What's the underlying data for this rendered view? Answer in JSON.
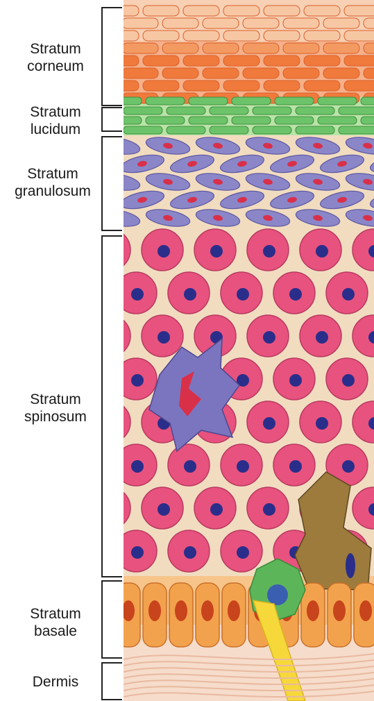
{
  "layers": [
    {
      "id": "corneum",
      "label": "Stratum\ncorneum"
    },
    {
      "id": "lucidum",
      "label": "Stratum\nlucidum"
    },
    {
      "id": "granulosum",
      "label": "Stratum\ngranulosum"
    },
    {
      "id": "spinosum",
      "label": "Stratum\nspinosum"
    },
    {
      "id": "basale",
      "label": "Stratum\nbasale"
    },
    {
      "id": "dermis",
      "label": "Dermis"
    }
  ],
  "colors": {
    "corneum_cell": "#f07a3c",
    "corneum_top": "#f8d0b4",
    "lucidum_cell": "#6cc36a",
    "granulosum_cell": "#8a86c8",
    "granule": "#d9304a",
    "spinosum_cell": "#e8527e",
    "nucleus": "#2a2e8a",
    "interstitial": "#f1dcc0",
    "basale_cell": "#f2a24c",
    "basale_nucleus": "#c8441c",
    "dermis": "#f6dccb",
    "langerhans": "#7b75c0",
    "merkel": "#5db55a",
    "melanocyte": "#9c7b3c",
    "nerve": "#f7d83a"
  }
}
